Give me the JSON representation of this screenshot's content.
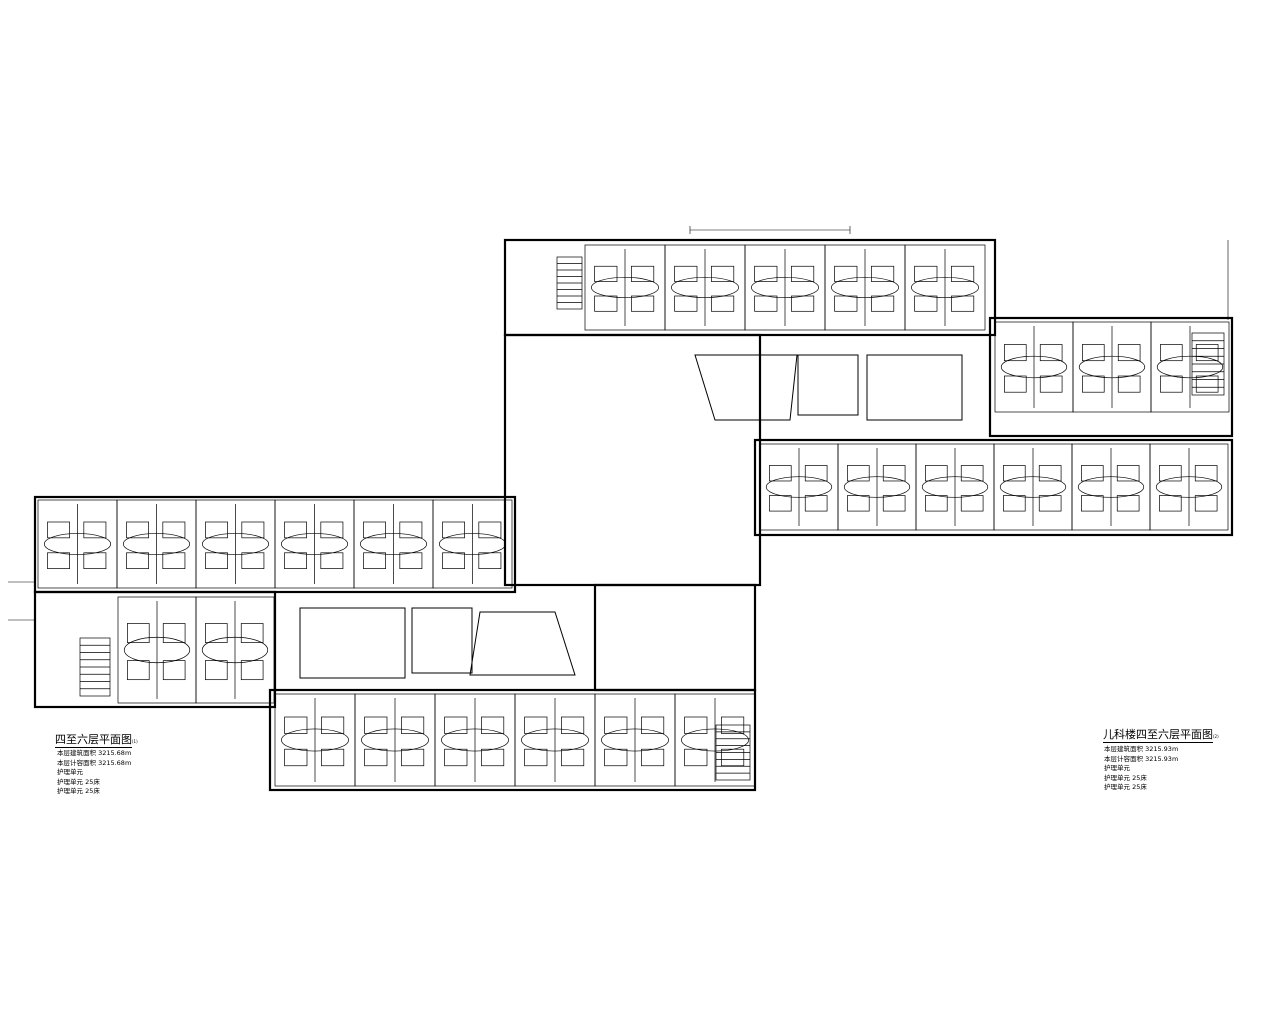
{
  "drawing": {
    "title_left": "四至六层平面图",
    "title_left_suffix": "(1)",
    "title_right": "儿科楼四至六层平面图",
    "title_right_suffix": "(2)",
    "notes_left": [
      "本层建筑面积 3215.68m",
      "本层计容面积 3215.68m",
      "护理单元",
      "护理单元 25床",
      "护理单元 25床"
    ],
    "notes_right": [
      "本层建筑面积 3215.93m",
      "本层计容面积 3215.93m",
      "护理单元",
      "护理单元 25床",
      "护理单元 25床"
    ],
    "line_color": "#000000",
    "background_color": "#ffffff"
  }
}
